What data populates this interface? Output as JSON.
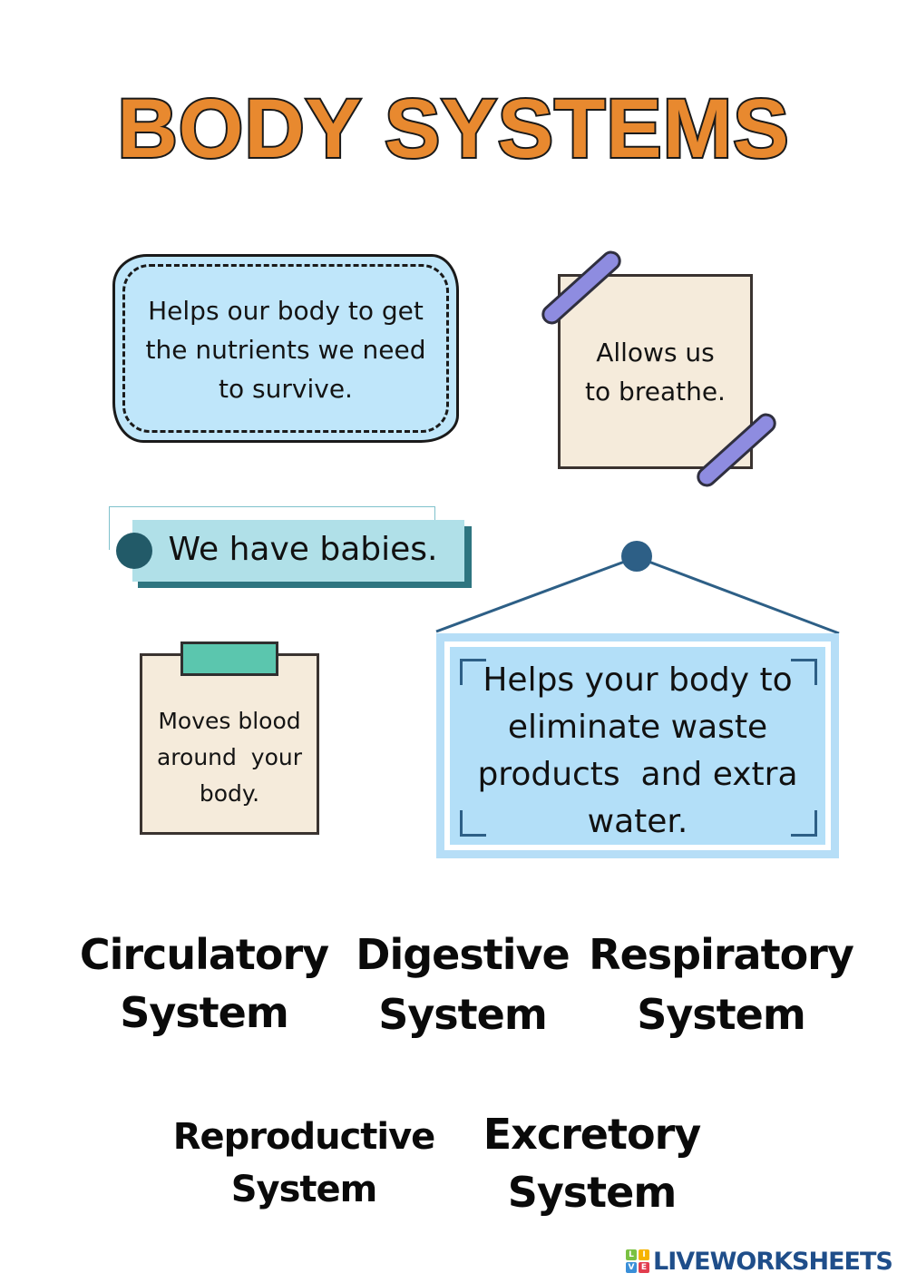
{
  "title": "BODY SYSTEMS",
  "colors": {
    "title_fill": "#e8892f",
    "title_outline": "#1a1a1a",
    "cloud_bg": "#bfe6fa",
    "note_bg": "#f5ebdb",
    "tape": "#8e8ce0",
    "banner_bg": "#b0e0e8",
    "banner_shadow": "#2e7580",
    "banner_dot": "#225a68",
    "clip": "#5bc6ae",
    "sign_bg": "#b3dff8",
    "sign_hanger": "#2d5f86",
    "logo_text": "#1f4e8a"
  },
  "clues": {
    "digestive": [
      "Helps our body to get",
      "the nutrients we need",
      "to survive."
    ],
    "respiratory": [
      "Allows us",
      "to breathe."
    ],
    "reproductive": "We have babies.",
    "circulatory": [
      "Moves blood",
      "around  your",
      "body."
    ],
    "excretory": [
      "Helps your body to",
      "eliminate waste",
      "products  and extra",
      "water."
    ]
  },
  "answers": {
    "circulatory": [
      "Circulatory",
      "System"
    ],
    "digestive": [
      "Digestive",
      "System"
    ],
    "respiratory": [
      "Respiratory",
      "System"
    ],
    "reproductive": [
      "Reproductive",
      "System"
    ],
    "excretory": [
      "Excretory",
      "System"
    ]
  },
  "footer": {
    "logo_letters": [
      "L",
      "I",
      "V",
      "E"
    ],
    "logo_letter_colors": [
      "#7ac142",
      "#f6b400",
      "#3a8fd8",
      "#e23d4e"
    ],
    "logo_text": "LIVEWORKSHEETS"
  }
}
